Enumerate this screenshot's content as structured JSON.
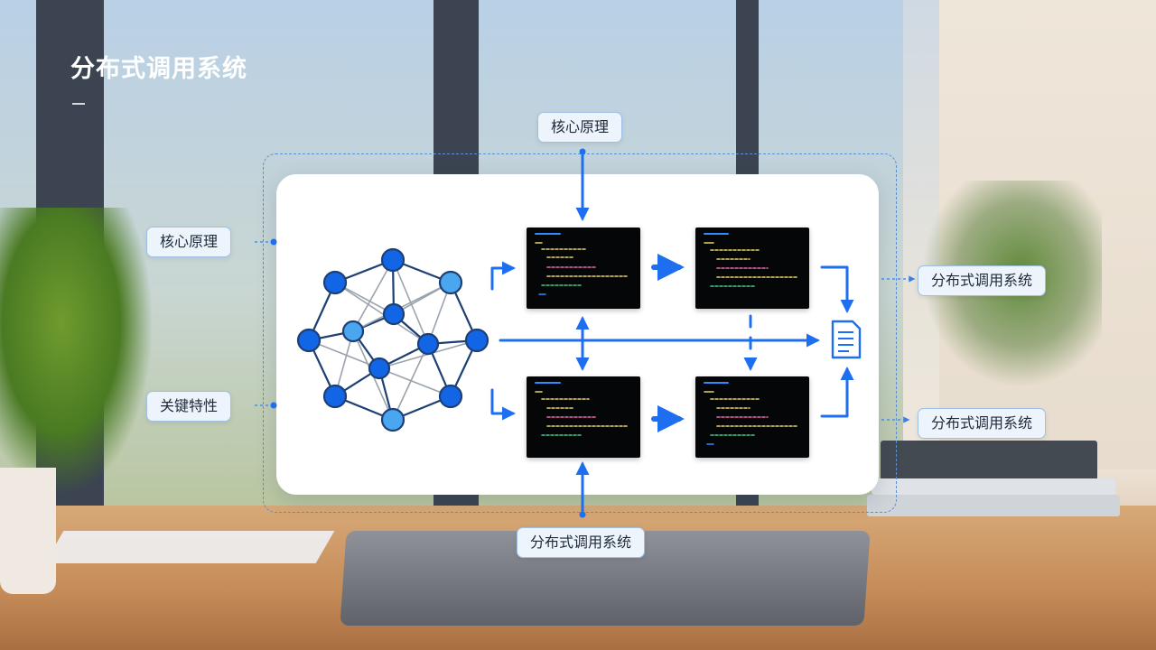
{
  "title": "分布式调用系统",
  "labels": {
    "top": "核心原理",
    "left_upper": "核心原理",
    "left_lower": "关键特性",
    "right_upper": "分布式调用系统",
    "right_lower": "分布式调用系统",
    "bottom": "分布式调用系统"
  },
  "colors": {
    "accent": "#1e6ff0",
    "node_dark": "#1266e6",
    "node_light": "#4aa6ee",
    "edge_outer": "#1d3f73",
    "edge_inner": "#9aa3ad",
    "code_blue": "#2f8cff",
    "code_yellow": "#e8d36a",
    "code_pink": "#e66aa8",
    "code_green": "#49c78a"
  },
  "icons": [
    "network-graph-icon",
    "document-icon",
    "arrow-icon"
  ]
}
